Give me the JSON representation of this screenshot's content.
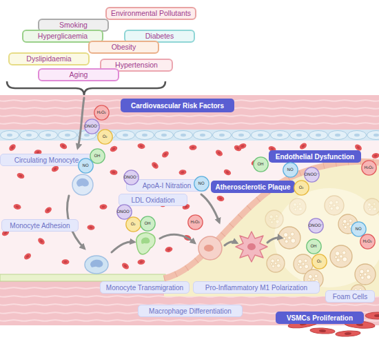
{
  "diagram": {
    "nodes": [
      {
        "text": [
          "Environmental Pollutants"
        ]
      },
      {
        "text": [
          "Smoking"
        ]
      },
      {
        "text": [
          "Hyperglicaemia"
        ]
      },
      {
        "text": [
          "Diabetes"
        ]
      },
      {
        "text": [
          "Obesity"
        ]
      },
      {
        "text": [
          "Dyslipidaemia"
        ]
      },
      {
        "text": [
          "Hypertension"
        ]
      },
      {
        "text": [
          "Aging"
        ]
      },
      {
        "text": [
          "H₂O₂"
        ]
      },
      {
        "text": [
          "Cardiovascular Risk Factors"
        ]
      },
      {
        "text": [
          "ONOO⁻"
        ]
      },
      {
        "text": [
          "O₂"
        ]
      },
      {
        "text": [
          "OH"
        ]
      },
      {
        "text": [
          "Circulating Monocyte"
        ]
      },
      {
        "text": [
          "NO"
        ]
      },
      {
        "text": [
          "Endothelial Dysfunction"
        ]
      },
      {
        "text": [
          "OH"
        ]
      },
      {
        "text": [
          "NO"
        ]
      },
      {
        "text": [
          "H₂O₂"
        ]
      },
      {
        "text": [
          "ONOO⁻"
        ]
      },
      {
        "text": [
          "ApoA-I Nitration"
        ]
      },
      {
        "text": [
          "NO"
        ]
      },
      {
        "text": [
          "Atherosclerotic Plaque"
        ]
      },
      {
        "text": [
          "O₂"
        ]
      },
      {
        "text": [
          "ONOO⁻"
        ]
      },
      {
        "text": [
          "LDL Oxidation"
        ]
      },
      {
        "text": [
          "ONOO⁻"
        ]
      },
      {
        "text": [
          "O₂"
        ]
      },
      {
        "text": [
          "OH"
        ]
      },
      {
        "text": [
          "H₂O₂"
        ]
      },
      {
        "text": [
          "Monocyte Adhesion"
        ]
      },
      {
        "text": [
          "ONOO⁻"
        ]
      },
      {
        "text": [
          "NO"
        ]
      },
      {
        "text": [
          "H₂O₂"
        ]
      },
      {
        "text": [
          "OH"
        ]
      },
      {
        "text": [
          "O₂"
        ]
      },
      {
        "text": [
          "Monocyte Transmigration"
        ]
      },
      {
        "text": [
          "Pro-Inflammatory M1 Polarization"
        ]
      },
      {
        "text": [
          "Foam Cells"
        ]
      },
      {
        "text": [
          "Macrophage Differentiation"
        ]
      },
      {
        "text": [
          "VSMCs Proliferation"
        ]
      }
    ]
  }
}
